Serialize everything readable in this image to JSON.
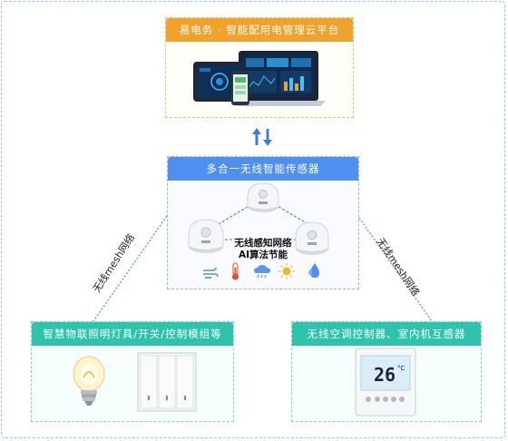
{
  "platform": {
    "title": "易电务 · 智能配用电管理云平台"
  },
  "sensor_hub": {
    "title": "多合一无线智能传感器",
    "network_label_line1": "无线感知网络",
    "network_label_line2": "AI算法节能",
    "env_icons": [
      "wind-icon",
      "thermometer-icon",
      "rain-cloud-icon",
      "sun-icon",
      "water-drop-icon"
    ]
  },
  "lighting": {
    "title": "智慧物联照明灯具/开关/控制模组等"
  },
  "hvac": {
    "title": "无线空调控制器、室内机互感器",
    "thermostat_reading": "26",
    "thermostat_unit": "°C"
  },
  "mesh_left_label": "无线mesh网络",
  "mesh_right_label": "无线mesh网络",
  "colors": {
    "orange": "#f0a32c",
    "blue": "#4f8ff0",
    "teal": "#2dc3ad"
  }
}
